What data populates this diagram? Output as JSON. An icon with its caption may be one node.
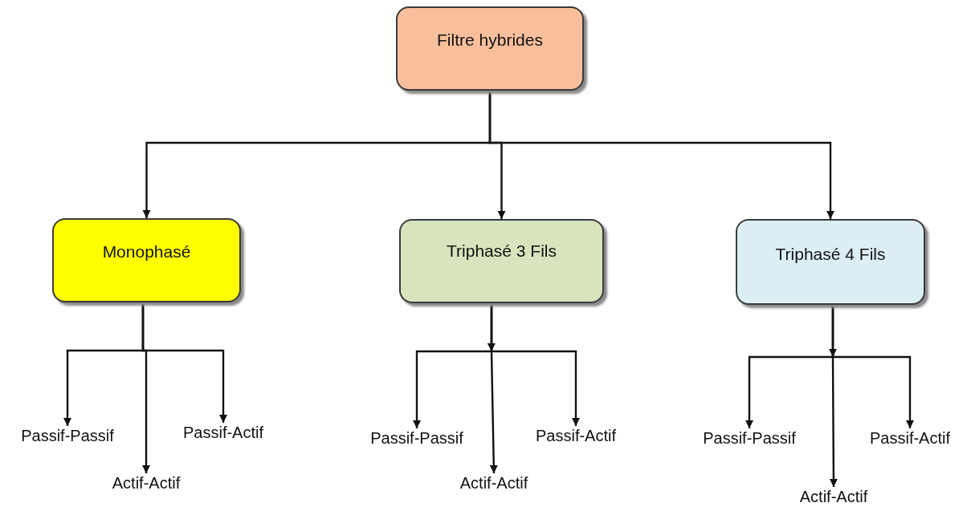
{
  "diagram": {
    "nodes": [
      {
        "text": [
          "Filtre hybrides"
        ]
      },
      {
        "text": [
          "Monophasé"
        ]
      },
      {
        "text": [
          "Triphasé 3 Fils"
        ]
      },
      {
        "text": [
          "Triphasé 4 Fils"
        ]
      },
      {
        "text": [
          "Passif-Passif"
        ]
      },
      {
        "text": [
          "Actif-Actif"
        ]
      },
      {
        "text": [
          "Passif-Actif"
        ]
      },
      {
        "text": [
          "Passif-Passif"
        ]
      },
      {
        "text": [
          "Actif-Actif"
        ]
      },
      {
        "text": [
          "Passif-Actif"
        ]
      },
      {
        "text": [
          "Passif-Passif"
        ]
      },
      {
        "text": [
          "Actif-Actif"
        ]
      },
      {
        "text": [
          "Passif-Actif"
        ]
      }
    ],
    "edges": [
      {
        "from": 0,
        "to": 1,
        "arrow": "to"
      },
      {
        "from": 0,
        "to": 2,
        "arrow": "to"
      },
      {
        "from": 0,
        "to": 3,
        "arrow": "to"
      },
      {
        "from": 1,
        "to": 4,
        "arrow": "to"
      },
      {
        "from": 1,
        "to": 5,
        "arrow": "to"
      },
      {
        "from": 1,
        "to": 6,
        "arrow": "to"
      },
      {
        "from": 2,
        "to": 7,
        "arrow": "to"
      },
      {
        "from": 2,
        "to": 8,
        "arrow": "to"
      },
      {
        "from": 2,
        "to": 9,
        "arrow": "to"
      },
      {
        "from": 3,
        "to": 10,
        "arrow": "to"
      },
      {
        "from": 3,
        "to": 11,
        "arrow": "to"
      },
      {
        "from": 3,
        "to": 12,
        "arrow": "to"
      }
    ]
  }
}
